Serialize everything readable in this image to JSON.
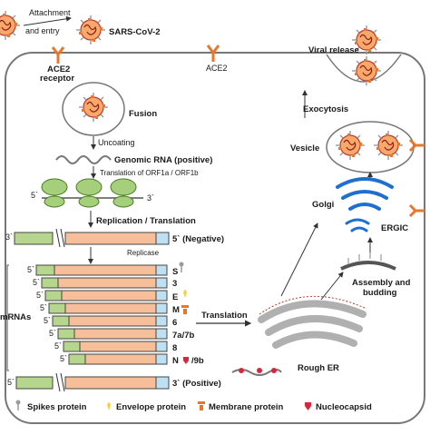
{
  "diagram": {
    "virus_label": "SARS-CoV-2",
    "attachment": "Attachment",
    "and_entry": "and entry",
    "receptor_ace2": "ACE2",
    "receptor_word": "receptor",
    "ace2_second": "ACE2",
    "fusion": "Fusion",
    "uncoating": "Uncoating",
    "genomic_rna": "Genomic RNA (positive)",
    "translation_orf": "Translation of ORF1a / ORF1b",
    "five_prime": "5`",
    "three_prime": "3`",
    "replication_translation": "Replication / Translation",
    "negative_strand": "5` (Negative)",
    "neg_3": "3`",
    "replicase": "Replicase",
    "mrnas": "mRNAs",
    "genes": [
      {
        "label": "S"
      },
      {
        "label": "3"
      },
      {
        "label": "E"
      },
      {
        "label": "M"
      },
      {
        "label": "6"
      },
      {
        "label": "7a/7b"
      },
      {
        "label": "8"
      },
      {
        "label": "N"
      },
      {
        "label": "/9b"
      }
    ],
    "gene_5": "5`",
    "translation": "Translation",
    "positive_strand": "3` (Positive)",
    "pos_5": "5`",
    "rough_er": "Rough ER",
    "golgi": "Golgi",
    "ergic": "ERGIC",
    "assembly": "Assembly and",
    "budding": "budding",
    "vesicle": "Vesicle",
    "exocytosis": "Exocytosis",
    "viral_release": "Viral release",
    "colors": {
      "green": "#b5d68c",
      "salmon": "#f6bf9a",
      "blue": "#bfe0f2",
      "rna": "#f2a083",
      "cell": "#777777",
      "virus_core": "#f7a96b",
      "spike": "#9a9a9a",
      "membrane_protein": "#e8772e",
      "nucleocapsid": "#d7263d"
    }
  },
  "legend": [
    {
      "label": "Spikes protein",
      "icon": "spike-icon"
    },
    {
      "label": "Envelope protein",
      "icon": "envelope-icon"
    },
    {
      "label": "Membrane protein",
      "icon": "membrane-protein-icon"
    },
    {
      "label": "Nucleocapsid",
      "icon": "nucleocapsid-icon"
    }
  ]
}
